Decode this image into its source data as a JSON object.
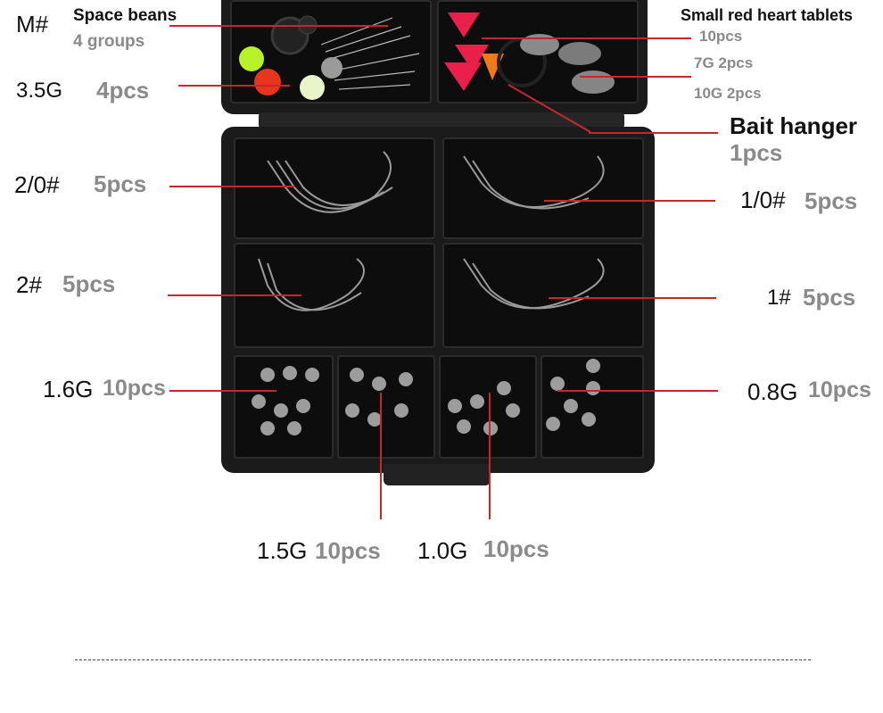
{
  "labels": {
    "m_size": "M#",
    "space_beans": "Space beans",
    "space_beans_qty": "4 groups",
    "jig_weight": "3.5G",
    "jig_qty": "4pcs",
    "heart_tablets": "Small red heart tablets",
    "heart_qty": "10pcs",
    "sinker_7g": "7G 2pcs",
    "sinker_10g": "10G 2pcs",
    "bait_hanger": "Bait hanger",
    "bait_hanger_qty": "1pcs",
    "hook_2_0": "2/0#",
    "hook_2_0_qty": "5pcs",
    "hook_1_0": "1/0#",
    "hook_1_0_qty": "5pcs",
    "hook_2": "2#",
    "hook_2_qty": "5pcs",
    "hook_1": "1#",
    "hook_1_qty": "5pcs",
    "w16": "1.6G",
    "w16_qty": "10pcs",
    "w08": "0.8G",
    "w08_qty": "10pcs",
    "w15": "1.5G",
    "w15_qty": "10pcs",
    "w10": "1.0G",
    "w10_qty": "10pcs"
  },
  "colors": {
    "pointer_line": "#c8262a",
    "qty_text": "#8a8a8a",
    "box": "#1b1b1b"
  }
}
